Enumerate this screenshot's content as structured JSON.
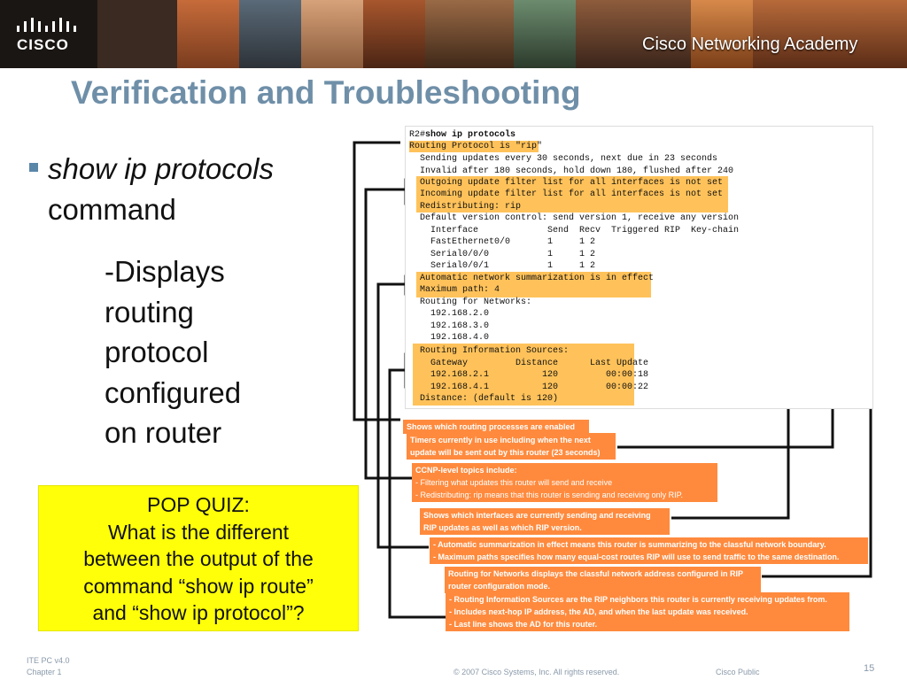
{
  "header": {
    "logo_text": "CISCO",
    "academy_text": "Cisco Networking Academy"
  },
  "title": "Verification and Troubleshooting",
  "bullet": {
    "command_italic": "show ip protocols",
    "command_word": "command",
    "description_lines": [
      "-Displays",
      "routing",
      "protocol",
      "configured",
      "on router"
    ]
  },
  "quiz": {
    "lines": [
      "POP QUIZ:",
      "What is the different",
      "between the output of the",
      "command “show ip route”",
      "and “show ip protocol”?"
    ]
  },
  "terminal": {
    "prompt": "R2#",
    "command": "show ip protocols",
    "lines": [
      "Routing Protocol is \"rip\"",
      "  Sending updates every 30 seconds, next due in 23 seconds",
      "  Invalid after 180 seconds, hold down 180, flushed after 240",
      "  Outgoing update filter list for all interfaces is not set",
      "  Incoming update filter list for all interfaces is not set",
      "  Redistributing: rip",
      "  Default version control: send version 1, receive any version",
      "    Interface             Send  Recv  Triggered RIP  Key-chain",
      "    FastEthernet0/0       1     1 2",
      "    Serial0/0/0           1     1 2",
      "    Serial0/0/1           1     1 2",
      "  Automatic network summarization is in effect",
      "  Maximum path: 4",
      "  Routing for Networks:",
      "    192.168.2.0",
      "    192.168.3.0",
      "    192.168.4.0",
      "  Routing Information Sources:",
      "    Gateway         Distance      Last Update",
      "    192.168.2.1          120         00:00:18",
      "    192.168.4.1          120         00:00:22",
      "  Distance: (default is 120)"
    ]
  },
  "annotations": [
    [
      "Shows which routing processes are enabled"
    ],
    [
      "Timers currently in use including when the next",
      "update will be sent out by this router (23 seconds)"
    ],
    [
      "CCNP-level topics include:",
      "- Filtering what updates this router will send and receive",
      "- Redistributing: rip means that this router is sending and receiving only RIP."
    ],
    [
      "Shows which interfaces are currently sending and receiving",
      "RIP updates as well as which RIP version."
    ],
    [
      "- Automatic summarization in effect means this router is summarizing to the classful network boundary.",
      "- Maximum paths specifies how many equal-cost routes RIP will use to send traffic to the same destination."
    ],
    [
      "Routing for Networks displays the classful network address configured in RIP",
      "router configuration mode."
    ],
    [
      "- Routing Information Sources are the RIP neighbors this router is currently receiving updates from.",
      "- Includes next-hop IP address, the AD, and when the last update was received.",
      "- Last line shows the AD for this router."
    ]
  ],
  "footer": {
    "course": "ITE PC v4.0",
    "chapter": "Chapter 1",
    "copyright": "© 2007 Cisco Systems, Inc. All rights reserved.",
    "classification": "Cisco Public",
    "page": "15"
  },
  "colors": {
    "title": "#6f8fa8",
    "highlight": "#ffc25a",
    "annotation": "#ff8a3d",
    "quiz_bg": "#ffff0a"
  }
}
